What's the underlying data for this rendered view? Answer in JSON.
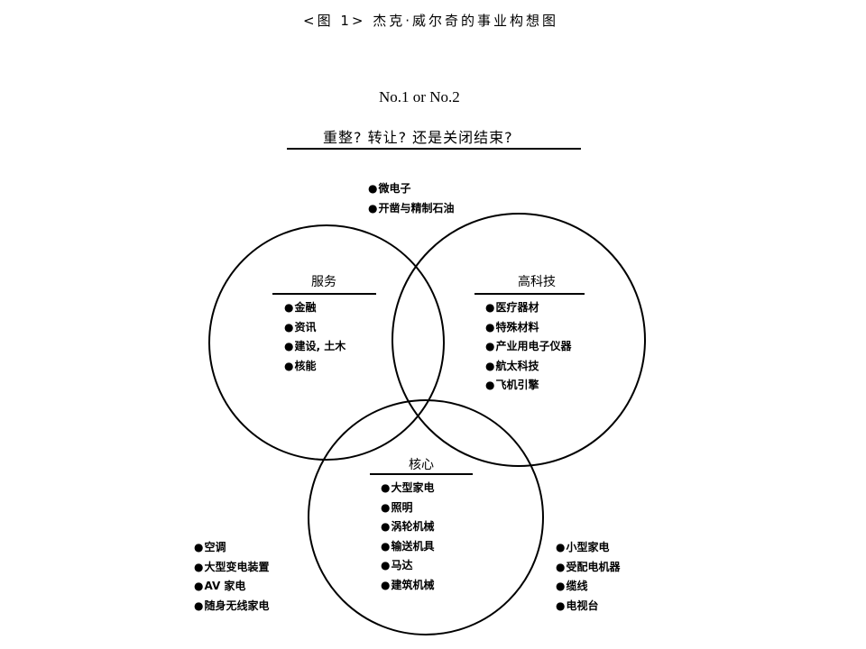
{
  "title": "<图 1> 杰克·威尔奇的事业构想图",
  "subtitle": "No.1 or No.2",
  "question": "重整? 转让? 还是关闭结束?",
  "top_items": [
    "微电子",
    "开凿与精制石油"
  ],
  "circles": {
    "services": {
      "label": "服务",
      "items": [
        "金融",
        "资讯",
        "建设, 土木",
        "核能"
      ]
    },
    "high_tech": {
      "label": "高科技",
      "items": [
        "医疗器材",
        "特殊材料",
        "产业用电子仪器",
        "航太科技",
        "飞机引擎"
      ]
    },
    "core": {
      "label": "核心",
      "items": [
        "大型家电",
        "照明",
        "涡轮机械",
        "输送机具",
        "马达",
        "建筑机械"
      ]
    }
  },
  "left_outside_items": [
    "空调",
    "大型变电装置",
    "AV 家电",
    "随身无线家电"
  ],
  "right_outside_items": [
    "小型家电",
    "受配电机器",
    "缆线",
    "电视台"
  ]
}
